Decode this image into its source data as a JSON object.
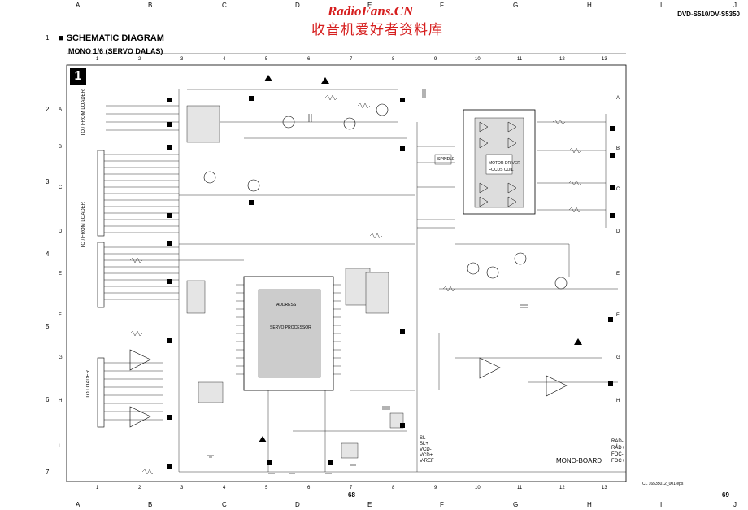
{
  "watermark": {
    "site": "RadioFans.CN",
    "cn": "收音机爱好者资料库"
  },
  "model": "DVD-S510/DV-S5350",
  "title": "■ SCHEMATIC DIAGRAM",
  "subtitle": "MONO 1/6 (SERVO DALAS)",
  "block_number": "1",
  "columns_top": [
    "A",
    "B",
    "C",
    "D",
    "E",
    "F",
    "G",
    "H",
    "I",
    "J"
  ],
  "rows_left": [
    "1",
    "2",
    "3",
    "4",
    "5",
    "6",
    "7"
  ],
  "columns_grid": [
    "1",
    "2",
    "3",
    "4",
    "5",
    "6",
    "7",
    "8",
    "9",
    "10",
    "11",
    "12",
    "13"
  ],
  "rows_grid": [
    "A",
    "B",
    "C",
    "D",
    "E",
    "F",
    "G",
    "H",
    "I"
  ],
  "connectors": {
    "from_loader_top": "TO / FROM LOADER",
    "from_loader_mid": "TO / FROM LOADER",
    "to_loader": "TO LOADER"
  },
  "chips": {
    "main_ic": "SERVO PROCESSOR",
    "driver_ic": "MOTOR DRIVER",
    "ic_label": "ADDRESS",
    "focus": "FOCUS COIL",
    "spindle": "SPINDLE"
  },
  "signals_right": [
    "RAD-",
    "RAD+",
    "FOC-",
    "FOC+"
  ],
  "signals_bottom": [
    "SL-",
    "SL+",
    "VCD-",
    "VCD+",
    "V-REF"
  ],
  "board_name": "MONO-BOARD",
  "page_left": "68",
  "page_right": "69",
  "file_ref": "CL 16535012_001.eps"
}
